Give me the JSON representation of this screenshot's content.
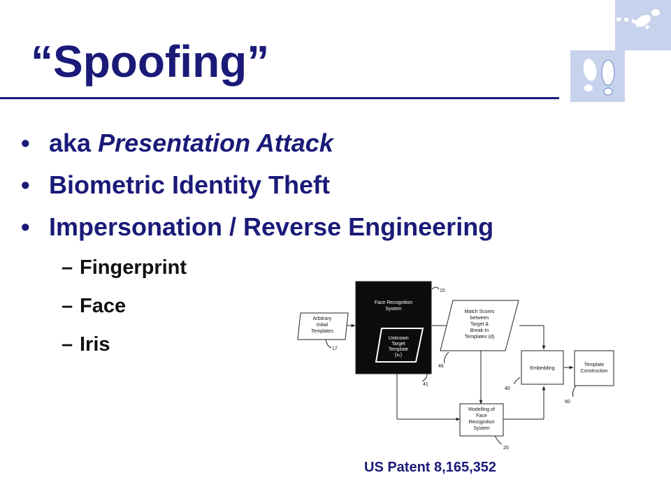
{
  "slide": {
    "title": "“Spoofing”",
    "bullets": [
      {
        "plain": "aka ",
        "italic": "Presentation Attack"
      },
      {
        "plain": "Biometric Identity Theft",
        "italic": ""
      },
      {
        "plain": "Impersonation / Reverse Engineering",
        "italic": ""
      }
    ],
    "sub_bullets": [
      "Fingerprint",
      "Face",
      "Iris"
    ],
    "caption": "US Patent 8,165,352",
    "colors": {
      "title": "#1a1a78",
      "accent_light": "#c7d2ec"
    }
  },
  "diagram": {
    "nodes": {
      "arbitrary": [
        "Arbitrary",
        "Initial",
        "Templates"
      ],
      "face_system": [
        "Face Recognition",
        "System"
      ],
      "unknown": [
        "Unknown",
        "Target",
        "Template",
        "(xₜ)"
      ],
      "match": [
        "Match Scores",
        "between",
        "Target &",
        "Break-In",
        "Templates (d)"
      ],
      "embedding": [
        "Embedding"
      ],
      "template_construction": [
        "Template",
        "Construction"
      ],
      "modelling": [
        "Modelling of",
        "Face",
        "Recognition",
        "System"
      ]
    },
    "refs": {
      "r15": "15",
      "r17": "17",
      "r41": "41",
      "r46": "46",
      "r40": "40",
      "r60": "60",
      "r20": "20"
    }
  }
}
